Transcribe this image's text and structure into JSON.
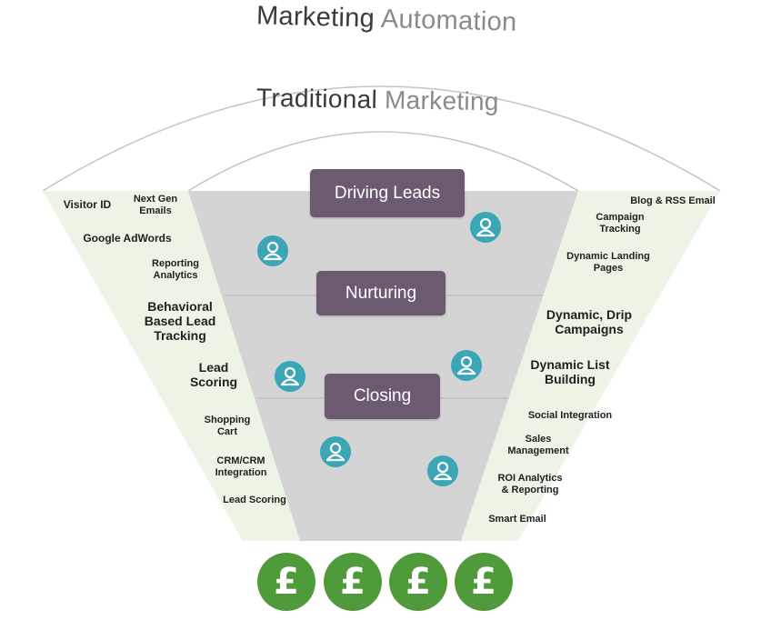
{
  "titles": {
    "outer": {
      "dark": "Marketing",
      "light": "Automation"
    },
    "inner": {
      "dark": "Traditional",
      "light": "Marketing"
    }
  },
  "stages": [
    "Driving Leads",
    "Nurturing",
    "Closing"
  ],
  "left_labels": [
    "Visitor ID",
    "Next Gen\nEmails",
    "Google AdWords",
    "Reporting\nAnalytics",
    "Behavioral\nBased Lead\nTracking",
    "Lead\nScoring",
    "Shopping\nCart",
    "CRM/CRM\nIntegration",
    "Lead Scoring"
  ],
  "right_labels": [
    "Blog & RSS Email",
    "Campaign\nTracking",
    "Dynamic Landing\nPages",
    "Dynamic, Drip\nCampaigns",
    "Dynamic List\nBuilding",
    "Social Integration",
    "Sales\nManagement",
    "ROI Analytics\n& Reporting",
    "Smart Email"
  ],
  "coins": [
    "£",
    "£",
    "£",
    "£"
  ],
  "colors": {
    "funnel_gray": "#d4d4d4",
    "side_green": "#ecf4e6",
    "stage_purple": "#6b5a70",
    "user_teal": "#3ba6b6",
    "coin_green": "#4f9a3a"
  },
  "icons": {
    "user": "user-icon",
    "coin": "pound-coin-icon"
  }
}
